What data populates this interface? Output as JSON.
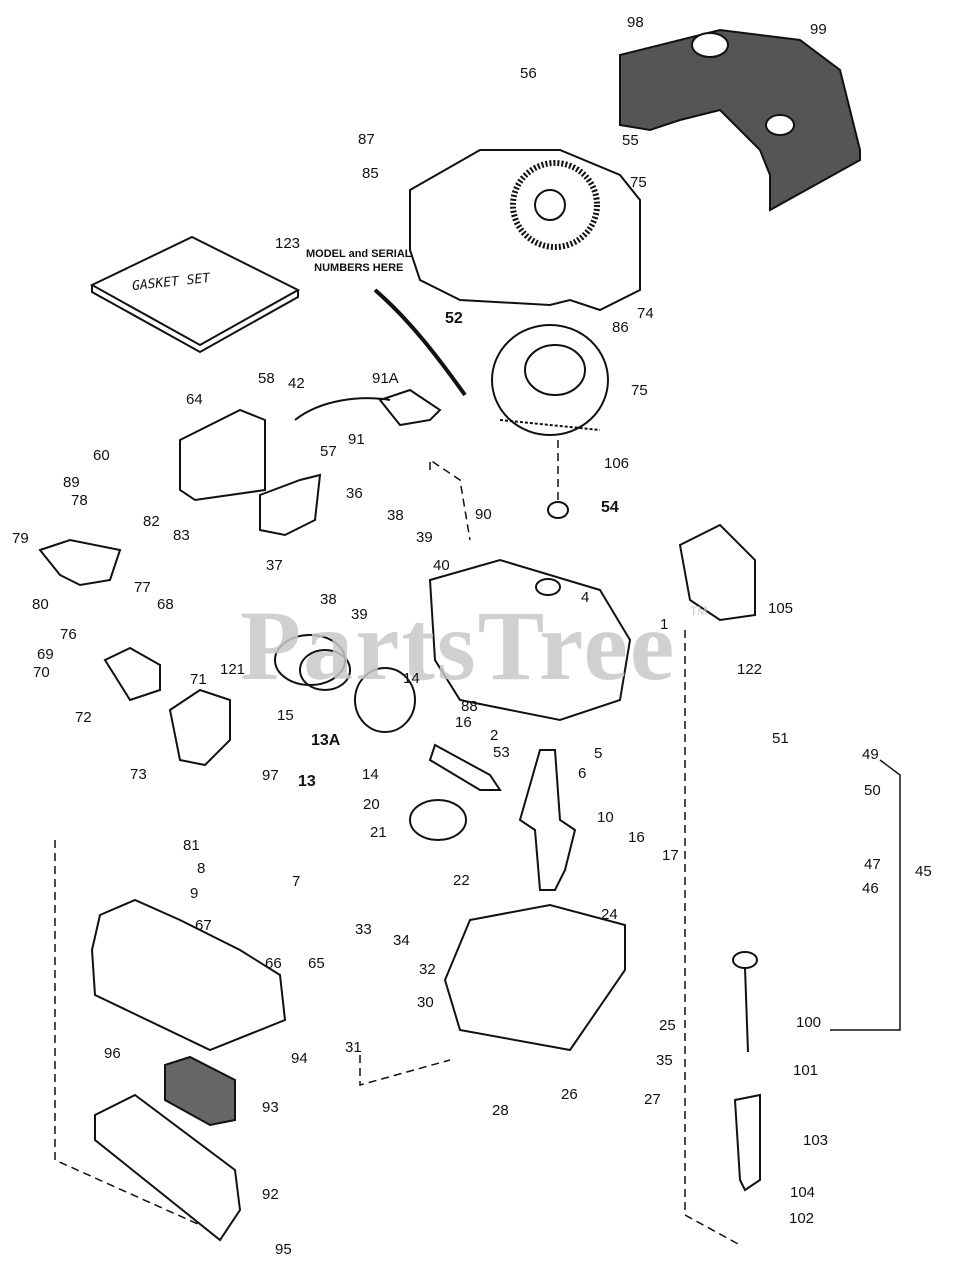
{
  "diagram": {
    "title": "Engine exploded parts diagram",
    "watermark": "PartsTree",
    "watermark_tm": "TM",
    "note": {
      "line1": "MODEL and SERIAL",
      "line2": "NUMBERS HERE"
    },
    "gasket_set_label": "GASKET SET",
    "callouts": [
      {
        "id": "98"
      },
      {
        "id": "99"
      },
      {
        "id": "56"
      },
      {
        "id": "55"
      },
      {
        "id": "87"
      },
      {
        "id": "85"
      },
      {
        "id": "75"
      },
      {
        "id": "123"
      },
      {
        "id": "74"
      },
      {
        "id": "52"
      },
      {
        "id": "86"
      },
      {
        "id": "75b",
        "text": "75"
      },
      {
        "id": "91A"
      },
      {
        "id": "42"
      },
      {
        "id": "58"
      },
      {
        "id": "64"
      },
      {
        "id": "91"
      },
      {
        "id": "106"
      },
      {
        "id": "60"
      },
      {
        "id": "57"
      },
      {
        "id": "89"
      },
      {
        "id": "82"
      },
      {
        "id": "83"
      },
      {
        "id": "36"
      },
      {
        "id": "78"
      },
      {
        "id": "38"
      },
      {
        "id": "90"
      },
      {
        "id": "54"
      },
      {
        "id": "39"
      },
      {
        "id": "79"
      },
      {
        "id": "37"
      },
      {
        "id": "40"
      },
      {
        "id": "77"
      },
      {
        "id": "80"
      },
      {
        "id": "38b",
        "text": "38"
      },
      {
        "id": "39b",
        "text": "39"
      },
      {
        "id": "4"
      },
      {
        "id": "105"
      },
      {
        "id": "68"
      },
      {
        "id": "76"
      },
      {
        "id": "1"
      },
      {
        "id": "122"
      },
      {
        "id": "69"
      },
      {
        "id": "121"
      },
      {
        "id": "71"
      },
      {
        "id": "14"
      },
      {
        "id": "70"
      },
      {
        "id": "72"
      },
      {
        "id": "15"
      },
      {
        "id": "88"
      },
      {
        "id": "16"
      },
      {
        "id": "13A"
      },
      {
        "id": "2"
      },
      {
        "id": "5"
      },
      {
        "id": "53"
      },
      {
        "id": "6"
      },
      {
        "id": "73"
      },
      {
        "id": "97"
      },
      {
        "id": "13"
      },
      {
        "id": "14b",
        "text": "14"
      },
      {
        "id": "51"
      },
      {
        "id": "49"
      },
      {
        "id": "50"
      },
      {
        "id": "20"
      },
      {
        "id": "21"
      },
      {
        "id": "10"
      },
      {
        "id": "81"
      },
      {
        "id": "16b",
        "text": "16"
      },
      {
        "id": "47"
      },
      {
        "id": "8"
      },
      {
        "id": "7"
      },
      {
        "id": "17"
      },
      {
        "id": "22"
      },
      {
        "id": "46"
      },
      {
        "id": "45"
      },
      {
        "id": "9"
      },
      {
        "id": "24"
      },
      {
        "id": "67"
      },
      {
        "id": "33"
      },
      {
        "id": "34"
      },
      {
        "id": "66"
      },
      {
        "id": "65"
      },
      {
        "id": "32"
      },
      {
        "id": "100"
      },
      {
        "id": "25"
      },
      {
        "id": "30"
      },
      {
        "id": "94"
      },
      {
        "id": "31"
      },
      {
        "id": "35"
      },
      {
        "id": "101"
      },
      {
        "id": "96"
      },
      {
        "id": "28"
      },
      {
        "id": "26"
      },
      {
        "id": "27"
      },
      {
        "id": "93"
      },
      {
        "id": "103"
      },
      {
        "id": "92"
      },
      {
        "id": "104"
      },
      {
        "id": "102"
      },
      {
        "id": "95"
      }
    ]
  }
}
